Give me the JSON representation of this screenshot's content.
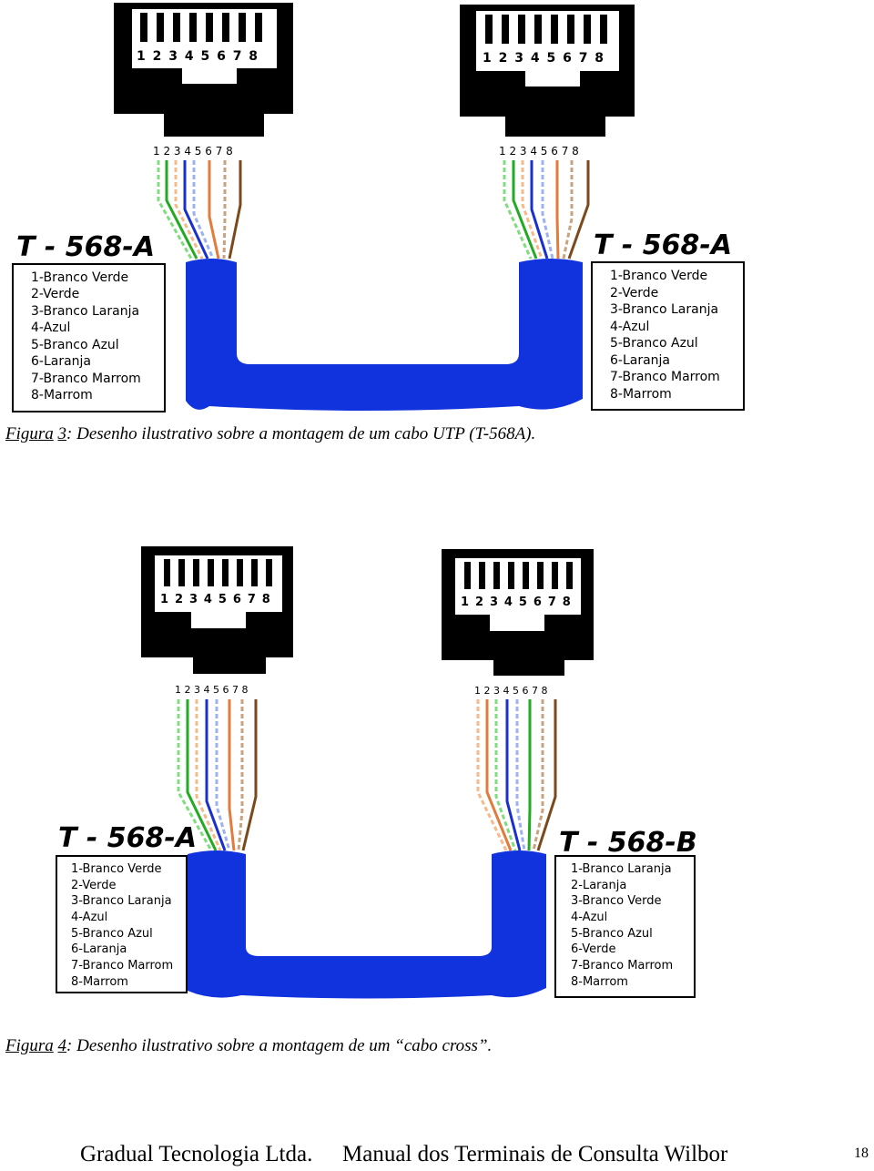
{
  "figure3": {
    "left_connector": {
      "pins": "1 2 3 4 5 6 7 8",
      "wire_numbers": "1 2 3 4 5 6 7 8",
      "standard": "T - 568-A",
      "list": [
        "1-Branco Verde",
        "2-Verde",
        "3-Branco Laranja",
        "4-Azul",
        "5-Branco Azul",
        "6-Laranja",
        "7-Branco Marrom",
        "8-Marrom"
      ]
    },
    "right_connector": {
      "pins": "1 2 3 4 5 6 7 8",
      "wire_numbers": "1 2 3 4 5 6 7 8",
      "standard": "T - 568-A",
      "list": [
        "1-Branco Verde",
        "2-Verde",
        "3-Branco Laranja",
        "4-Azul",
        "5-Branco Azul",
        "6-Laranja",
        "7-Branco Marrom",
        "8-Marrom"
      ]
    },
    "caption_label": "Figura",
    "caption_number": "3",
    "caption_text": ": Desenho ilustrativo sobre a montagem de um cabo UTP (T-568A)."
  },
  "figure4": {
    "left_connector": {
      "pins": "1 2 3 4 5 6 7 8",
      "wire_numbers": "1 2 3 4 5 6 7 8",
      "standard": "T - 568-A",
      "list": [
        "1-Branco Verde",
        "2-Verde",
        "3-Branco Laranja",
        "4-Azul",
        "5-Branco Azul",
        "6-Laranja",
        "7-Branco Marrom",
        "8-Marrom"
      ]
    },
    "right_connector": {
      "pins": "1 2 3 4 5 6 7 8",
      "wire_numbers": "1 2 3 4 5 6 7 8",
      "standard": "T - 568-B",
      "list": [
        "1-Branco Laranja",
        "2-Laranja",
        "3-Branco Verde",
        "4-Azul",
        "5-Branco Azul",
        "6-Verde",
        "7-Branco Marrom",
        "8-Marrom"
      ]
    },
    "caption_label": "Figura",
    "caption_number": "4",
    "caption_text": ": Desenho ilustrativo sobre a montagem de um  “cabo cross”."
  },
  "footer": {
    "company": "Gradual Tecnologia Ltda.",
    "manual": "Manual dos Terminais de Consulta Wilbor",
    "page_number": "18"
  },
  "colors": {
    "connector": "#000000",
    "cable": "#1133dd",
    "white_green": "#7fdc7f",
    "green": "#22aa22",
    "white_orange": "#f5b98a",
    "orange": "#e27b3c",
    "blue": "#1a2fd0",
    "white_blue": "#9db0f0",
    "white_brown": "#c9a27e",
    "brown": "#7a4a1c"
  }
}
